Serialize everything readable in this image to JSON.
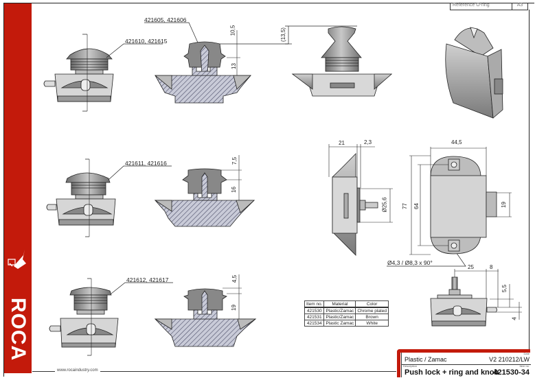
{
  "brand": {
    "name": "ROCA",
    "website": "www.rocaindustry.com",
    "accent_color": "#c31a0b"
  },
  "header": {
    "reference_label": "Reference  O-ring",
    "sheet_size": "A3"
  },
  "title_block": {
    "material": "Plastic / Zamac",
    "date_label": "Date",
    "version_date": "V2  210212/LW",
    "description_label": "Description",
    "description": "Push lock + ring and knob",
    "item_label": "Item no.",
    "item_no": "421530-34"
  },
  "callouts": {
    "knob_top": "421605, 421606",
    "ring_1": "421610, 421615",
    "ring_2": "421611, 421616",
    "ring_3": "421612, 421617",
    "hole_spec": "Ø4,3 / Ø8,3 x 90°"
  },
  "dimensions": {
    "section1_top": "10,5",
    "section1_bottom": "13",
    "knob_height": "(13,5)",
    "section2_top": "7,5",
    "section2_bottom": "16",
    "section3_top": "4,5",
    "section3_bottom": "19",
    "side_depth": "21",
    "side_flange": "2,3",
    "side_diameter": "Ø25,6",
    "front_width": "44,5",
    "front_height": "77",
    "front_hole_spacing": "64",
    "front_bolt": "19",
    "bottom_offset": "25",
    "bottom_bolt_len": "8",
    "bottom_height": "5,5",
    "bottom_bolt_thick": "4"
  },
  "parts_table": {
    "headers": [
      "Item no.",
      "Material",
      "Color"
    ],
    "rows": [
      [
        "421530",
        "Plastic/Zamac",
        "Chrome plated"
      ],
      [
        "421531",
        "Plastic/Zamac",
        "Brown"
      ],
      [
        "421534",
        "Plastic Zamac",
        "White"
      ]
    ]
  }
}
